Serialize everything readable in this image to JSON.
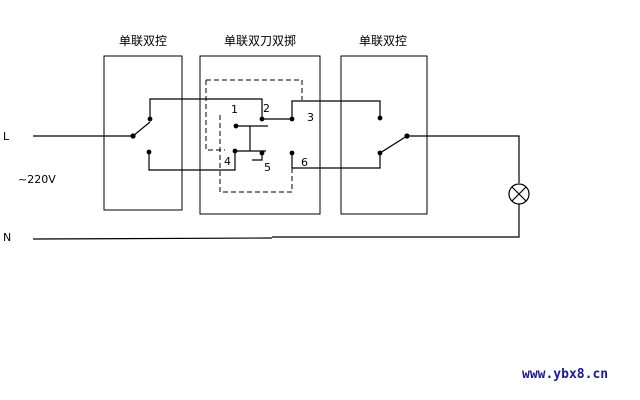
{
  "boxes": {
    "left_title": "单联双控",
    "middle_title": "单联双刀双掷",
    "right_title": "单联双控"
  },
  "lines": {
    "live": "L",
    "neutral": "N",
    "voltage": "~220V"
  },
  "terminals": [
    "1",
    "2",
    "3",
    "4",
    "5",
    "6"
  ],
  "watermark": "www.ybx8.cn"
}
